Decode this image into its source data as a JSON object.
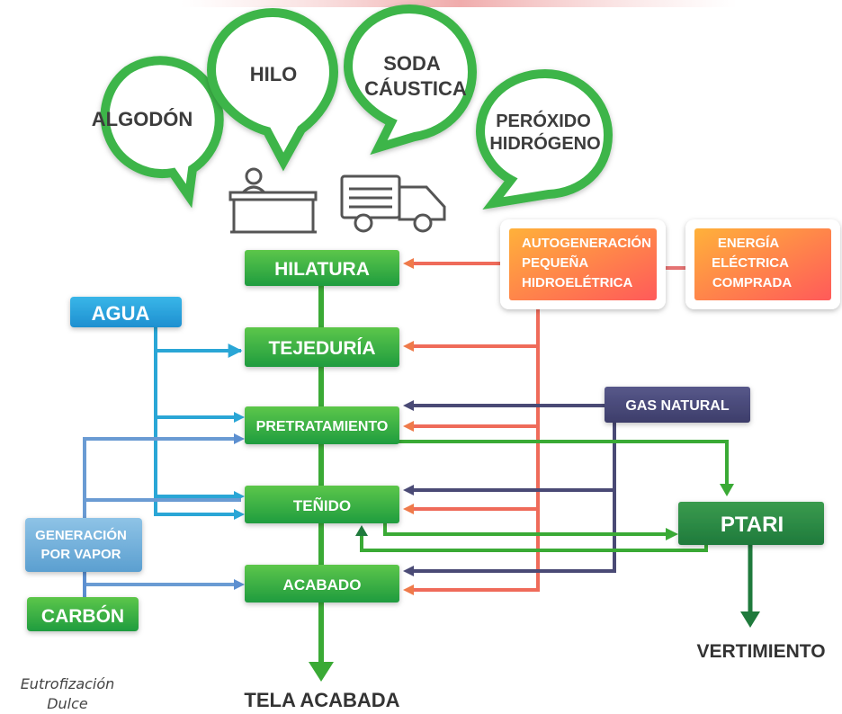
{
  "inputs": {
    "algodon": "ALGODÓN",
    "hilo": "HILO",
    "soda_1": "SODA",
    "soda_2": "CÁUSTICA",
    "peroxido_1": "PERÓXIDO",
    "peroxido_2": "HIDRÓGENO"
  },
  "process": {
    "hilatura": "HILATURA",
    "tejeduria": "TEJEDURÍA",
    "pretratamiento": "PRETRATAMIENTO",
    "tenido": "TEÑIDO",
    "acabado": "ACABADO"
  },
  "resources": {
    "agua": "AGUA",
    "vapor_1": "GENERACIÓN",
    "vapor_2": "POR VAPOR",
    "carbon": "CARBÓN",
    "gas": "GAS NATURAL",
    "auto_1": "AUTOGENERACIÓN",
    "auto_2": "PEQUEÑA",
    "auto_3": "HIDROELÉTRICA",
    "energia_1": "ENERGÍA",
    "energia_2": "ELÉCTRICA",
    "energia_3": "COMPRADA"
  },
  "outputs": {
    "ptari": "PTARI",
    "vertimiento": "VERTIMIENTO",
    "tela": "TELA ACABADA"
  },
  "caption": {
    "line1": "Eutrofización",
    "line2": "Dulce"
  },
  "colors": {
    "green": "#3aaa35",
    "water_blue": "#29a8d8",
    "steam_blue": "#5f9bd6",
    "gas_navy": "#4a4a75",
    "electric_red": "#ef5350",
    "electric_orange": "#ff8a3d"
  }
}
